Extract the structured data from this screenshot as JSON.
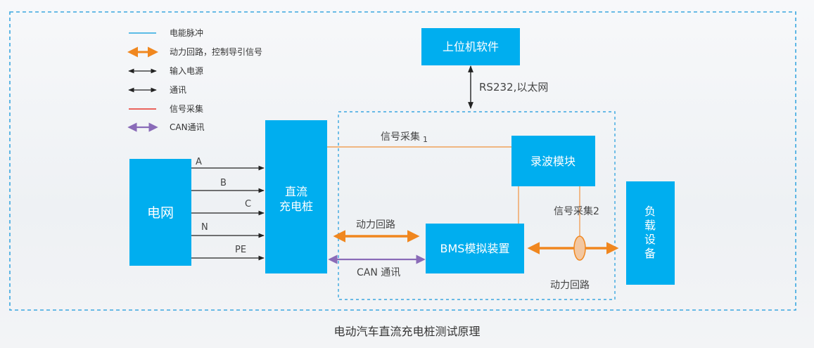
{
  "legend": [
    {
      "label": "电能脉冲",
      "kind": "blue-line",
      "color": "#29a8e0"
    },
    {
      "label": "动力回路，控制导引信号",
      "kind": "orange-double-arrow",
      "color": "#f0871f"
    },
    {
      "label": "输入电源",
      "kind": "black-double-arrow",
      "color": "#222222"
    },
    {
      "label": "通讯",
      "kind": "black-double-arrow",
      "color": "#222222"
    },
    {
      "label": "信号采集",
      "kind": "red-line",
      "color": "#e8332a"
    },
    {
      "label": "CAN通讯",
      "kind": "purple-double-arrow",
      "color": "#8a6bb8"
    }
  ],
  "boxes": {
    "grid": "电网",
    "charger_line1": "直流",
    "charger_line2": "充电桩",
    "host": "上位机软件",
    "recorder": "录波模块",
    "bms": "BMS模拟装置",
    "load_1": "负",
    "load_2": "载",
    "load_3": "设",
    "load_4": "备"
  },
  "phases": [
    "A",
    "B",
    "C",
    "N",
    "PE"
  ],
  "labels": {
    "rs232": "RS232,以太网",
    "signal1": "信号采集",
    "signal1_sub": "1",
    "signal2": "信号采集2",
    "power_loop_left": "动力回路",
    "can": "CAN 通讯",
    "power_loop_right": "动力回路"
  },
  "caption": "电动汽车直流充电桩测试原理",
  "colors": {
    "box": "#00aeef",
    "dash": "#3aa7e0",
    "orange": "#f0871f",
    "purple": "#8a6bb8",
    "black": "#222222",
    "signal": "#f0a15a"
  }
}
